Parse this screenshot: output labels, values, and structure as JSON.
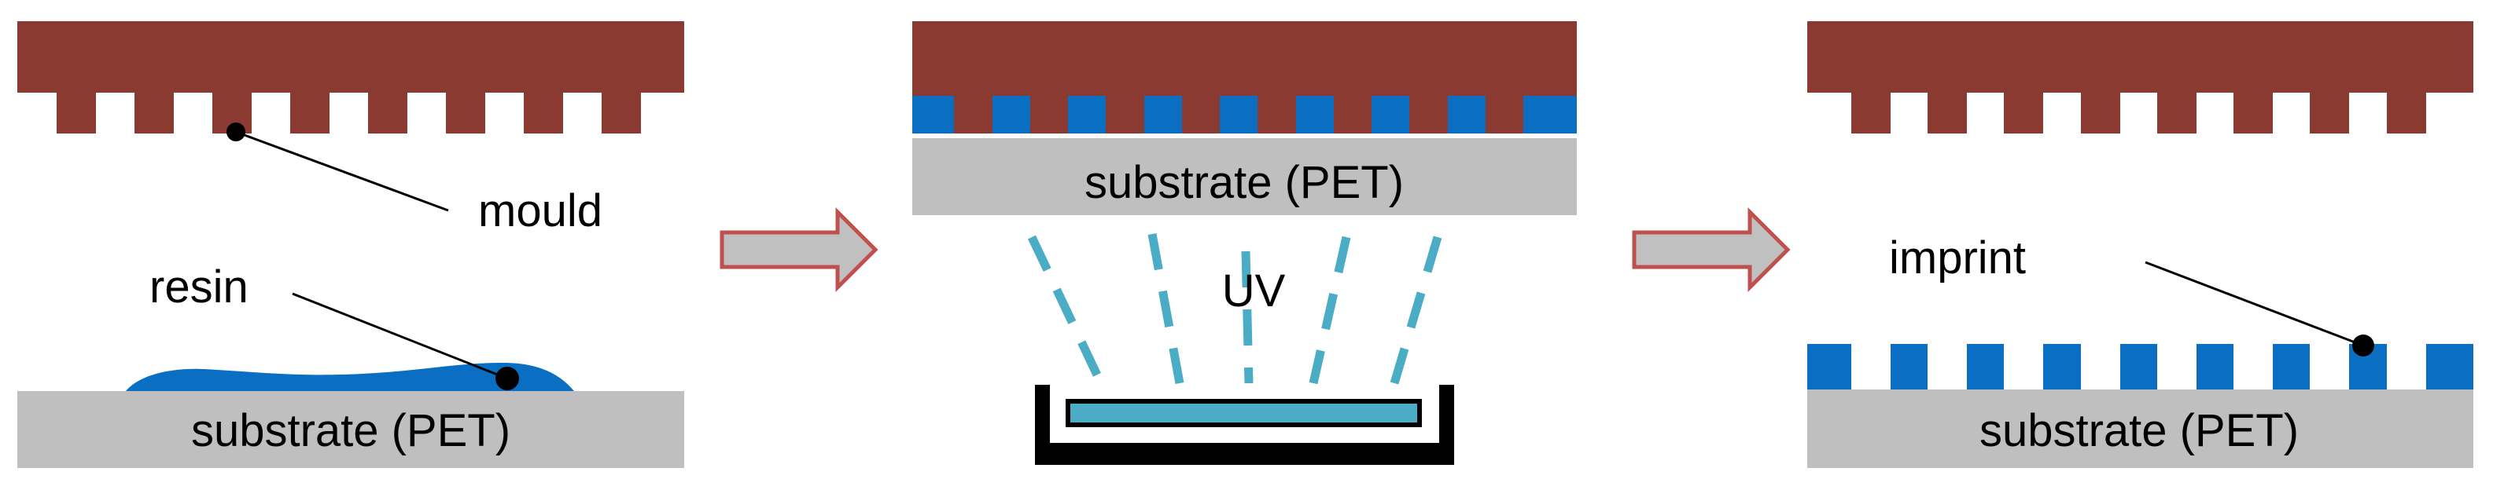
{
  "labels": {
    "mould": "mould",
    "resin": "resin",
    "substrate_1": "substrate (PET)",
    "substrate_2": "substrate (PET)",
    "uv": "UV",
    "imprint": "imprint",
    "substrate_3": "substrate (PET)"
  },
  "colors": {
    "mould": "#8B3A32",
    "resin": "#0A6FC2",
    "substrate": "#BFBFBF",
    "uv_dash": "#4BACC6",
    "lamp": "#000000",
    "arrow_fill": "#C0C0C0",
    "arrow_stroke": "#C0504D"
  },
  "icons": {
    "process_arrow": "right-arrow-icon",
    "uv_lamp": "uv-lamp-icon"
  }
}
